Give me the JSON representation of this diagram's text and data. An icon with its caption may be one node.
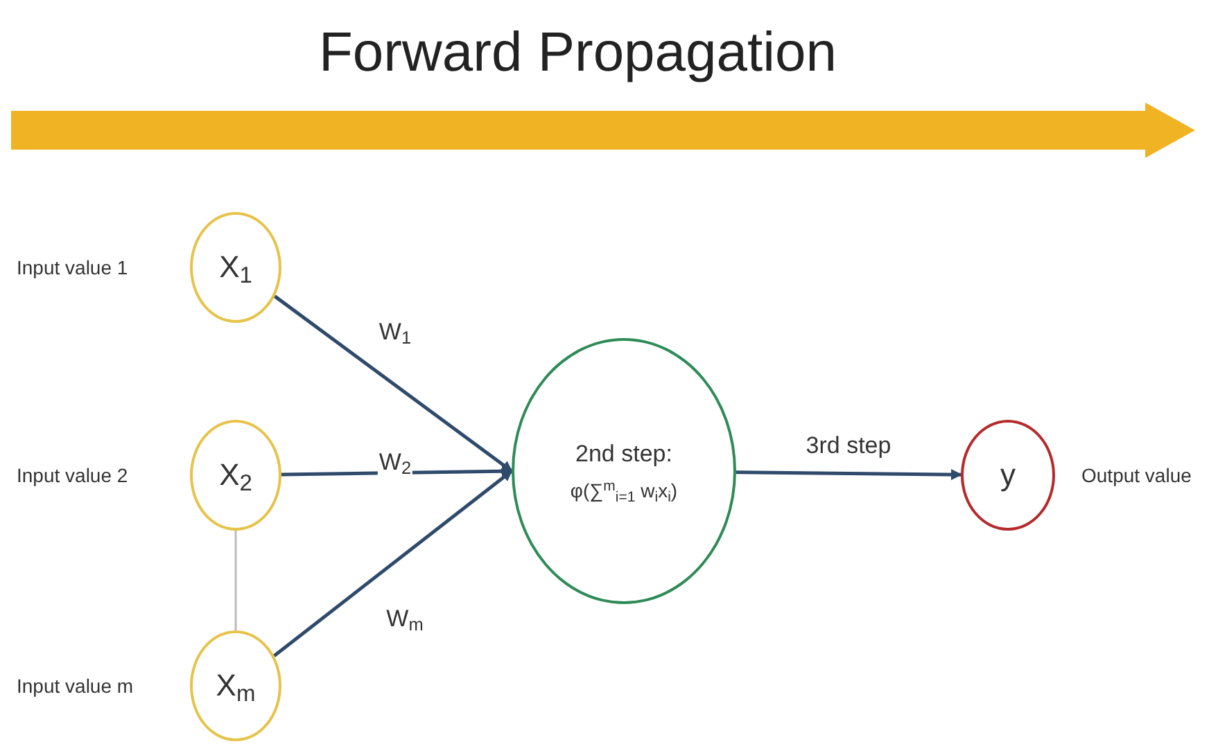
{
  "diagram": {
    "title": "Forward Propagation",
    "nodes": [
      {
        "text": [
          "X$_{1}$"
        ],
        "beside": [
          "Input value 1"
        ]
      },
      {
        "text": [
          "X$_{2}$"
        ],
        "beside": [
          "Input value 2"
        ]
      },
      {
        "text": [
          "X$_{m}$"
        ],
        "beside": [
          "Input value m"
        ]
      },
      {
        "text": [
          "2nd step:",
          "φ(∑$^{m}$$_{i=1}$ w$_{i}$x$_{i}$)"
        ]
      },
      {
        "text": [
          "y"
        ],
        "beside": [
          "Output value"
        ]
      }
    ],
    "edges": [
      {
        "from": 0,
        "to": 3,
        "arrow": "to",
        "label": "W$_{1}$"
      },
      {
        "from": 1,
        "to": 3,
        "arrow": "to",
        "label": "W$_{2}$"
      },
      {
        "from": 2,
        "to": 3,
        "arrow": "to",
        "label": "W$_{m}$"
      },
      {
        "from": 1,
        "to": 2,
        "arrow": "none",
        "color": "#bbbbbb"
      },
      {
        "from": 3,
        "to": 4,
        "arrow": "to",
        "label": "3rd step"
      }
    ]
  }
}
